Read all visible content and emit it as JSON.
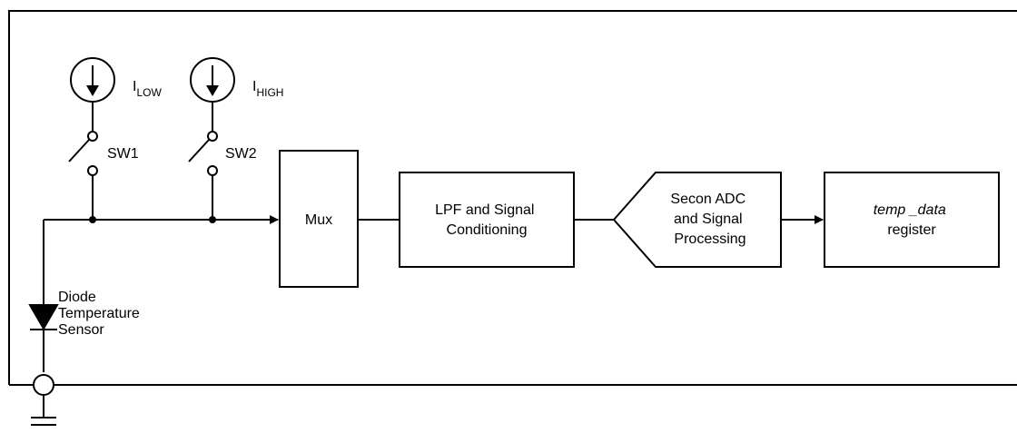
{
  "current_sources": [
    {
      "main": "I",
      "sub": "LOW"
    },
    {
      "main": "I",
      "sub": "HIGH"
    }
  ],
  "switches": [
    "SW1",
    "SW2"
  ],
  "blocks": {
    "mux": "Mux",
    "lpf": [
      "LPF and Signal",
      "Conditioning"
    ],
    "adc": [
      "Secon ADC",
      "and Signal",
      "Processing"
    ],
    "register": [
      "temp _data",
      "register"
    ]
  },
  "diode_label": [
    "Diode",
    "Temperature",
    "Sensor"
  ]
}
